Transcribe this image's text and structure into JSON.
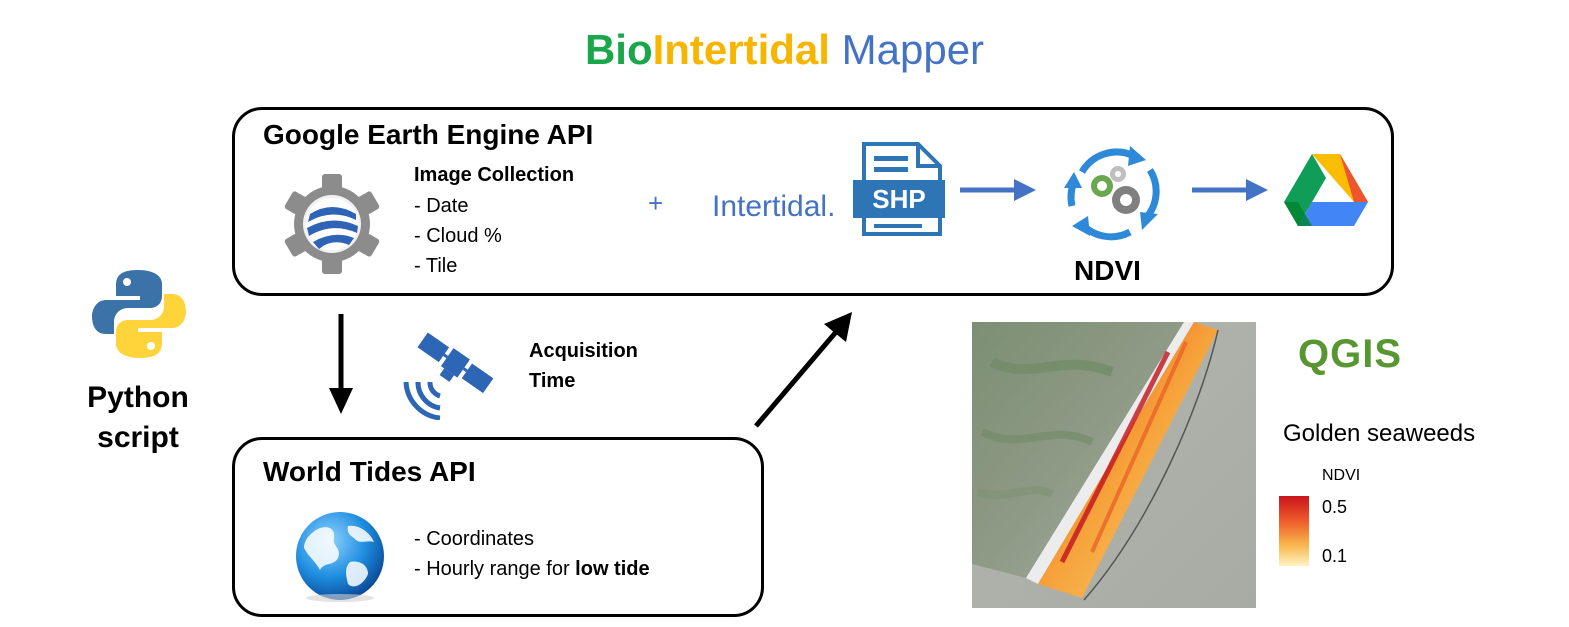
{
  "title": {
    "part1": "Bio",
    "part2": "Intertidal",
    "part3": "Mapper"
  },
  "python": {
    "line1": "Python",
    "line2": "script"
  },
  "gee": {
    "title": "Google Earth Engine API",
    "collection_label": "Image Collection",
    "items": [
      "- Date",
      "- Cloud %",
      "- Tile"
    ],
    "plus": "+",
    "intertidal_label": "Intertidal.",
    "shp_label": "SHP",
    "ndvi_label": "NDVI"
  },
  "acquisition": {
    "line1": "Acquisition",
    "line2": "Time"
  },
  "tides": {
    "title": "World Tides API",
    "item1": "- Coordinates",
    "item2_prefix": "- Hourly range for ",
    "item2_bold": "low tide"
  },
  "qgis": {
    "logo_text": "QGIS",
    "layer_name": "Golden seaweeds",
    "legend_title": "NDVI",
    "legend_max": "0.5",
    "legend_min": "0.1"
  },
  "colors": {
    "bio": "#1aa64a",
    "intertidal": "#f7b500",
    "mapper": "#4472c4",
    "arrow_blue": "#4472c4",
    "qgis_green": "#589632"
  }
}
